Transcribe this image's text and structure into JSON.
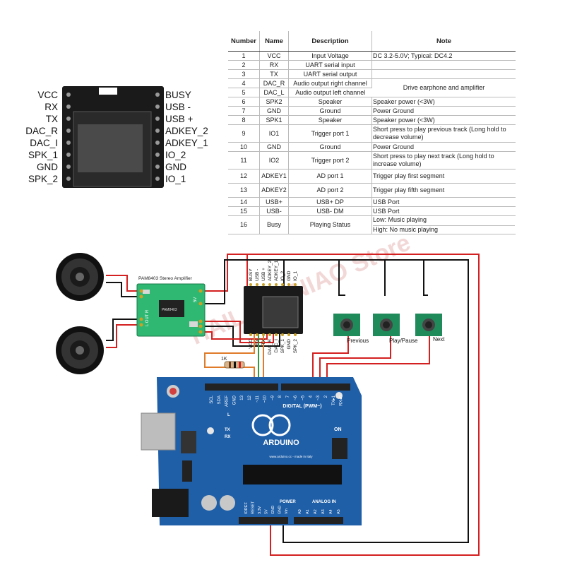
{
  "module_pins": {
    "left": [
      "VCC",
      "RX",
      "TX",
      "DAC_R",
      "DAC_I",
      "SPK_1",
      "GND",
      "SPK_2"
    ],
    "right": [
      "BUSY",
      "USB -",
      "USB +",
      "ADKEY_2",
      "ADKEY_1",
      "IO_2",
      "GND",
      "IO_1"
    ]
  },
  "table": {
    "headers": [
      "Number",
      "Name",
      "Description",
      "Note"
    ],
    "rows": [
      {
        "num": "1",
        "name": "VCC",
        "desc": "Input Voltage",
        "note": "DC 3.2-5.0V; Typical: DC4.2"
      },
      {
        "num": "2",
        "name": "RX",
        "desc": "UART serial input",
        "note": ""
      },
      {
        "num": "3",
        "name": "TX",
        "desc": "UART serial output",
        "note": ""
      },
      {
        "num": "4",
        "name": "DAC_R",
        "desc": "Audio output right channel",
        "note": "Drive earphone and amplifier"
      },
      {
        "num": "5",
        "name": "DAC_L",
        "desc": "Audio output left channel",
        "note": ""
      },
      {
        "num": "6",
        "name": "SPK2",
        "desc": "Speaker",
        "note": "Speaker power (<3W)"
      },
      {
        "num": "7",
        "name": "GND",
        "desc": "Ground",
        "note": "Power Ground"
      },
      {
        "num": "8",
        "name": "SPK1",
        "desc": "Speaker",
        "note": "Speaker power (<3W)"
      },
      {
        "num": "9",
        "name": "IO1",
        "desc": "Trigger port 1",
        "note": "Short press to play previous track (Long hold to decrease volume)"
      },
      {
        "num": "10",
        "name": "GND",
        "desc": "Ground",
        "note": "Power Ground"
      },
      {
        "num": "11",
        "name": "IO2",
        "desc": "Trigger port 2",
        "note": "Short press to play next track (Long hold to increase volume)"
      },
      {
        "num": "12",
        "name": "ADKEY1",
        "desc": "AD port 1",
        "note": "Trigger play first segment"
      },
      {
        "num": "13",
        "name": "ADKEY2",
        "desc": "AD port 2",
        "note": "Trigger play fifth segment"
      },
      {
        "num": "14",
        "name": "USB+",
        "desc": "USB+ DP",
        "note": "USB Port"
      },
      {
        "num": "15",
        "name": "USB-",
        "desc": "USB- DM",
        "note": "USB Port"
      },
      {
        "num": "16",
        "name": "Busy",
        "desc": "Playing Status",
        "note": "Low: Music playing",
        "note2": "High: No music playing"
      }
    ]
  },
  "amplifier": {
    "title": "PAM8403 Stereo Amplifier",
    "chip": "PAM8403",
    "out_label": "L OUT R",
    "in_label": "5V"
  },
  "mp3_module": {
    "top_pins": [
      "BUSY",
      "USB -",
      "USB +",
      "ADKEY_2",
      "ADKEY_1",
      "IO_2",
      "GND",
      "IO_1"
    ],
    "bottom_pins": [
      "VCC",
      "RX",
      "TX",
      "DAC_R",
      "DAC_I",
      "SPK_1",
      "GND",
      "SPK_2"
    ]
  },
  "resistor_label": "1K",
  "buttons": [
    {
      "label": "Previous"
    },
    {
      "label": "Play/Pause"
    },
    {
      "label": "Next"
    }
  ],
  "arduino": {
    "brand": "ARDUINO",
    "website": "www.arduino.cc - made in Italy",
    "digital_label": "DIGITAL (PWM~)",
    "power_label": "POWER",
    "analog_label": "ANALOG IN",
    "on_label": "ON",
    "tx_label": "TX",
    "rx_label": "RX",
    "l_label": "L",
    "top_header": [
      "SCL",
      "SDA",
      "AREF",
      "GND",
      "13",
      "12",
      "~11",
      "~10",
      "~9",
      "8",
      "7",
      "~6",
      "~5",
      "4",
      "~3",
      "2",
      "TX▸1",
      "RX◂0"
    ],
    "power_pins": [
      "IOREF",
      "RESET",
      "3.3V",
      "5V",
      "GND",
      "GND",
      "Vin"
    ],
    "analog_pins": [
      "A0",
      "A1",
      "A2",
      "A3",
      "A4",
      "A5"
    ]
  },
  "watermark": "HAILANGNIAO Store",
  "colors": {
    "board": "#1f5fa8",
    "amp": "#2eb872",
    "wire_red": "#d42020",
    "wire_black": "#111111",
    "wire_orange": "#e07b2a",
    "wire_green": "#2d9e3a"
  }
}
